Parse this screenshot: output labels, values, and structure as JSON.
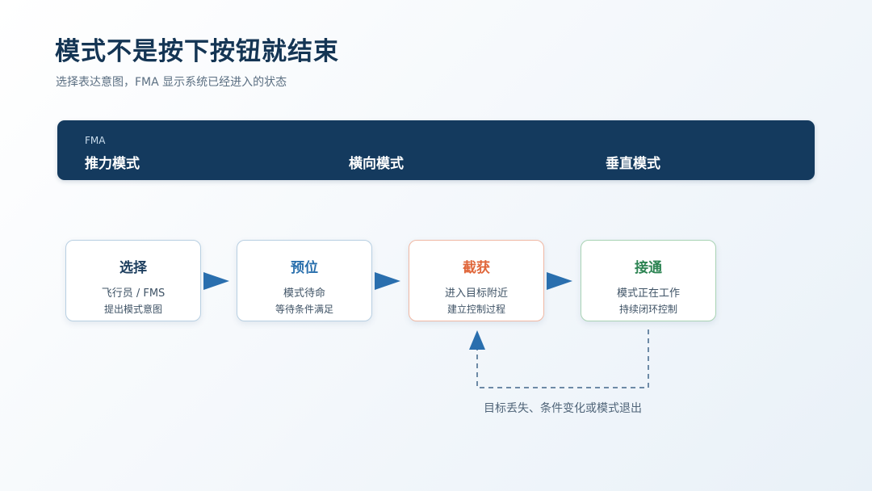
{
  "header": {
    "title": "模式不是按下按钮就结束",
    "subtitle": "选择表达意图，FMA 显示系统已经进入的状态"
  },
  "fma": {
    "label": "FMA",
    "columns": [
      "推力模式",
      "横向模式",
      "垂直模式"
    ]
  },
  "stages": [
    {
      "title": "选择",
      "line1": "飞行员 / FMS",
      "line2": "提出模式意图"
    },
    {
      "title": "预位",
      "line1": "模式待命",
      "line2": "等待条件满足"
    },
    {
      "title": "截获",
      "line1": "进入目标附近",
      "line2": "建立控制过程"
    },
    {
      "title": "接通",
      "line1": "模式正在工作",
      "line2": "持续闭环控制"
    }
  ],
  "loop": {
    "caption": "目标丢失、条件变化或模式退出"
  },
  "colors": {
    "background": "#f3f7fb",
    "title": "#143554",
    "fma_panel": "#143a5e",
    "select_title": "#1d3e5e",
    "armed_title": "#2a70ad",
    "capture_title": "#e0663a",
    "engaged_title": "#2d8453",
    "arrow": "#2a6fae",
    "capture_border": "#f0b8a4",
    "engaged_border": "#a9d3b4"
  }
}
